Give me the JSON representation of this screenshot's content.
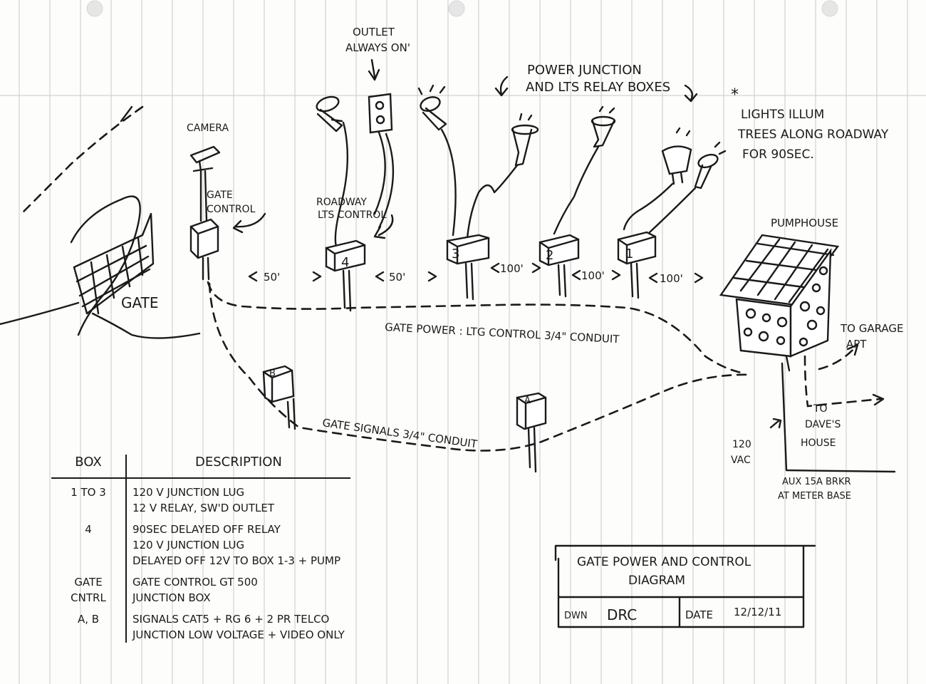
{
  "notes": {
    "outlet": [
      "OUTLET",
      "ALWAYS ON'"
    ],
    "power_junction": [
      "POWER JUNCTION",
      "AND LTS RELAY BOXES"
    ],
    "asterisk": "*",
    "lights": [
      "LIGHTS ILLUM",
      "TREES ALONG ROADWAY",
      "FOR 90SEC."
    ],
    "camera": "CAMERA",
    "gate_control": [
      "GATE",
      "CONTROL"
    ],
    "roadway_control": [
      "ROADWAY",
      "LTS CONTROL"
    ],
    "pumphouse": "PUMPHOUSE",
    "gate": "GATE",
    "to_garage": [
      "TO GARAGE",
      "APT"
    ],
    "to_daves": [
      "TO",
      "DAVE'S",
      "HOUSE"
    ],
    "vac": [
      "120",
      "VAC"
    ],
    "aux": [
      "AUX 15A BRKR",
      "AT METER BASE"
    ]
  },
  "boxes": [
    {
      "id": "4",
      "label": "4"
    },
    {
      "id": "3",
      "label": "3"
    },
    {
      "id": "2",
      "label": "2"
    },
    {
      "id": "1",
      "label": "1"
    },
    {
      "id": "B",
      "label": "B"
    },
    {
      "id": "A",
      "label": "A"
    }
  ],
  "distances": [
    "50'",
    "50'",
    "100'",
    "100'",
    "100'"
  ],
  "conduits": {
    "power": "GATE POWER : LTG CONTROL 3/4\" CONDUIT",
    "signals": "GATE SIGNALS 3/4\" CONDUIT"
  },
  "legend": {
    "headers": [
      "BOX",
      "DESCRIPTION"
    ],
    "rows": [
      {
        "box": "1 TO 3",
        "lines": [
          "120 V JUNCTION LUG",
          "12 V RELAY, SW'D OUTLET"
        ]
      },
      {
        "box": "4",
        "lines": [
          "90SEC DELAYED OFF RELAY",
          "120 V JUNCTION LUG",
          "DELAYED OFF 12V TO BOX 1-3 + PUMP"
        ]
      },
      {
        "box": "GATE CNTRL",
        "lines": [
          "GATE CONTROL GT 500",
          "JUNCTION BOX"
        ]
      },
      {
        "box": "A, B",
        "lines": [
          "SIGNALS CAT5 + RG 6 + 2 PR TELCO",
          "JUNCTION LOW VOLTAGE + VIDEO ONLY"
        ]
      }
    ]
  },
  "title_block": {
    "title": [
      "GATE POWER AND CONTROL",
      "DIAGRAM"
    ],
    "drawn_label": "DWN",
    "drawn_by": "DRC",
    "date_label": "DATE",
    "date": "12/12/11"
  }
}
